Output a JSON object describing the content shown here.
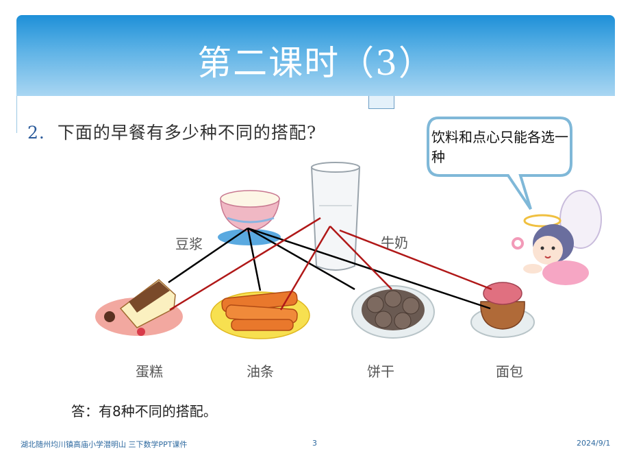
{
  "slide": {
    "title": "第二课时（3）",
    "question_number": "2.",
    "question_text": "下面的早餐有多少种不同的搭配?",
    "bubble_text": "饮料和点心只能各选一种",
    "answer": "答：有8种不同的搭配。"
  },
  "drinks": [
    {
      "name": "豆浆",
      "icon": "soy-milk-bowl-icon"
    },
    {
      "name": "牛奶",
      "icon": "milk-glass-icon"
    }
  ],
  "snacks": [
    {
      "name": "蛋糕",
      "icon": "cake-icon"
    },
    {
      "name": "油条",
      "icon": "fried-dough-stick-icon"
    },
    {
      "name": "饼干",
      "icon": "biscuits-icon"
    },
    {
      "name": "面包",
      "icon": "bread-icon"
    }
  ],
  "connection_colors": {
    "soy_milk": "#000000",
    "milk": "#b01818"
  },
  "footer": {
    "left": "湖北随州均川镇高庙小学潜明山 三下数学PPT课件",
    "page": "3",
    "date": "2024/9/1"
  }
}
